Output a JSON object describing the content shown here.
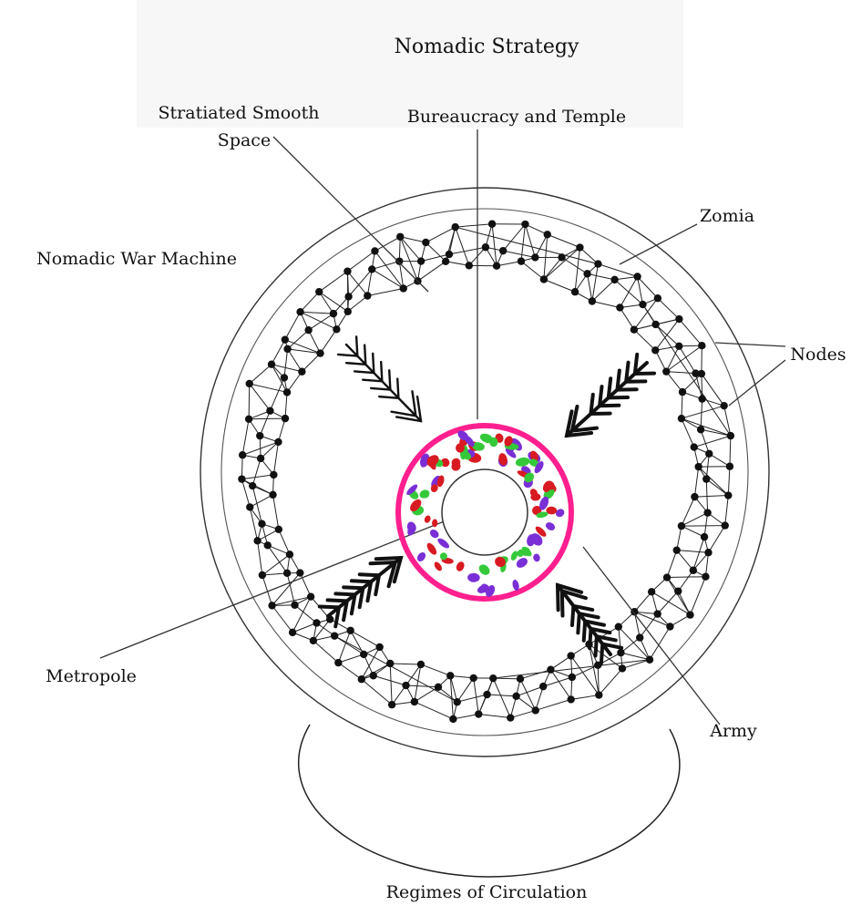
{
  "diagram": {
    "title": "Nomadic Strategy",
    "labels": {
      "stratiated_line1": "Stratiated Smooth",
      "stratiated_line2": "Space",
      "bureaucracy": "Bureaucracy and Temple",
      "zomia": "Zomia",
      "war_machine": "Nomadic War Machine",
      "nodes": "Nodes",
      "metropole": "Metropole",
      "army": "Army",
      "regimes": "Regimes of Circulation"
    },
    "colors": {
      "ring_outline": "#ff1f8e",
      "army_red": "#d81a22",
      "army_green": "#35c93a",
      "army_purple": "#7a2fd6",
      "ink": "#111111"
    }
  }
}
